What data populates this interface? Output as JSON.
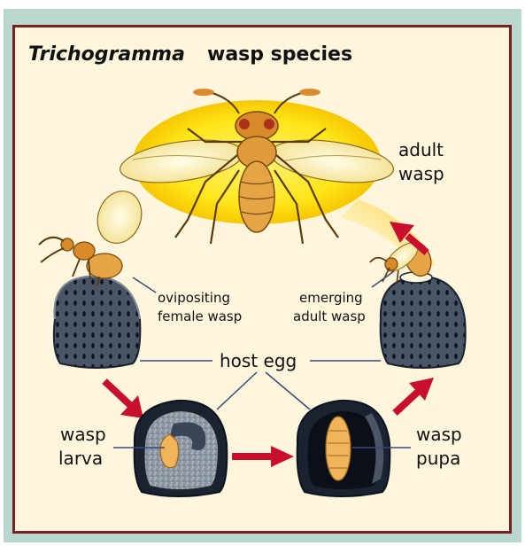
{
  "title": {
    "italic": "Trichogramma",
    "rest": "wasp species"
  },
  "labels": {
    "adult_wasp_line1": "adult",
    "adult_wasp_line2": "wasp",
    "ovipositing_line1": "ovipositing",
    "ovipositing_line2": "female wasp",
    "emerging_line1": "emerging",
    "emerging_line2": "adult wasp",
    "host_egg": "host egg",
    "larva_line1": "wasp",
    "larva_line2": "larva",
    "pupa_line1": "wasp",
    "pupa_line2": "pupa"
  },
  "colors": {
    "frame_border": "#7a1f1f",
    "card_bg": "#fdf6dc",
    "outer_panel": "#b9d7cf",
    "arrow": "#c8102e",
    "halo": "#ffe51a",
    "egg": "#3c4756",
    "wasp_body": "#d98a2b"
  }
}
